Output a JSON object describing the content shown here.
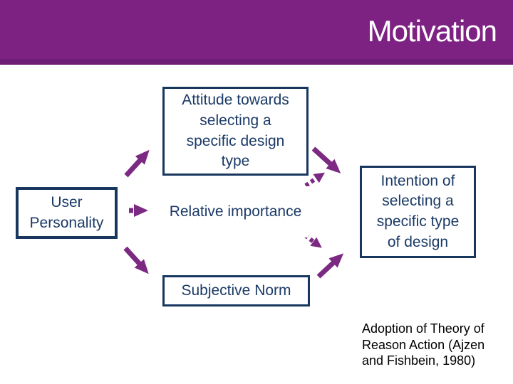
{
  "slide": {
    "title": "Motivation"
  },
  "colors": {
    "header_purple": "#7D2183",
    "header_purple_dark": "#6E1D74",
    "arrow_purple": "#7B2982",
    "box_navy": "#17375E",
    "box_text_navy": "#1B3A66",
    "citation_black": "#000000",
    "slide_bg": "#FFFFFF"
  },
  "diagram": {
    "boxes": {
      "attitude": {
        "label": "Attitude towards selecting a specific design type",
        "border_style": "solid"
      },
      "user_personality": {
        "label": "User Personality",
        "border_style": "solid"
      },
      "relative_importance": {
        "label": "Relative importance",
        "border_style": "dashed"
      },
      "intention": {
        "label": "Intention of selecting a specific type of design",
        "border_style": "solid"
      },
      "subjective_norm": {
        "label": "Subjective Norm",
        "border_style": "solid"
      }
    },
    "arrows": [
      {
        "from": "user_personality",
        "to": "attitude",
        "style": "solid"
      },
      {
        "from": "user_personality",
        "to": "relative_importance",
        "style": "dashed"
      },
      {
        "from": "user_personality",
        "to": "subjective_norm",
        "style": "solid"
      },
      {
        "from": "attitude",
        "to": "intention",
        "style": "solid"
      },
      {
        "from": "relative_importance",
        "to": "attitude-intention-link",
        "style": "dotted"
      },
      {
        "from": "relative_importance",
        "to": "norm-intention-link",
        "style": "dotted"
      },
      {
        "from": "subjective_norm",
        "to": "intention",
        "style": "solid"
      }
    ]
  },
  "citation": {
    "text": "Adoption of Theory of Reason Action (Ajzen and Fishbein, 1980)"
  }
}
